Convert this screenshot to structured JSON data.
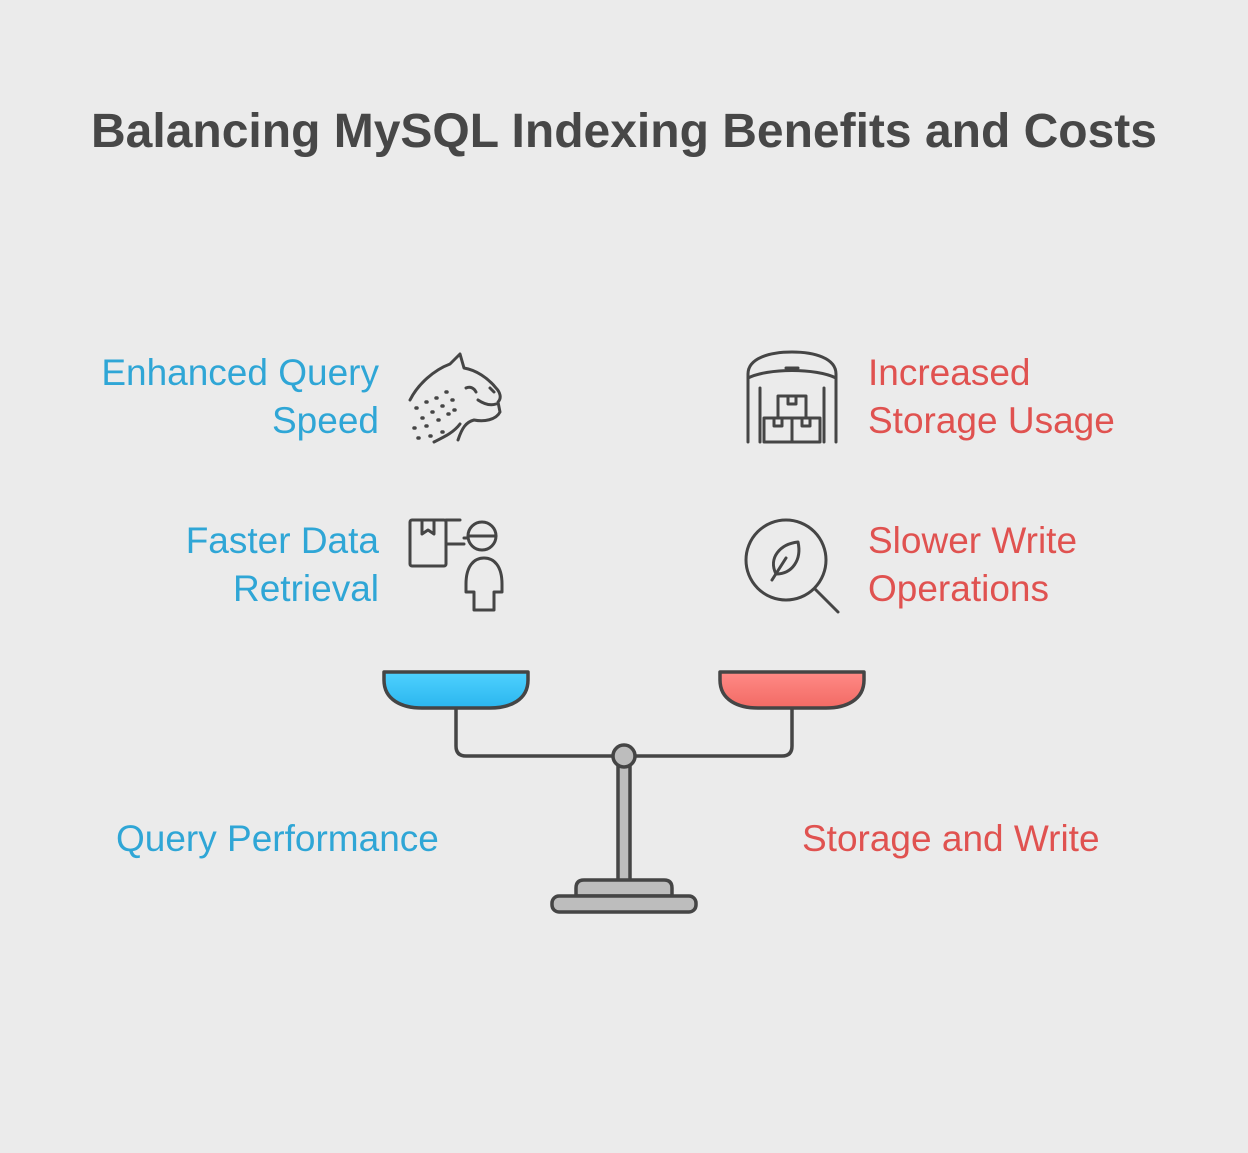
{
  "title": "Balancing MySQL Indexing Benefits and Costs",
  "colors": {
    "benefit": "#2fa6d6",
    "cost": "#e05250",
    "title": "#474747",
    "outline": "#454545",
    "background": "#ebebeb"
  },
  "benefits": {
    "items": [
      {
        "label": "Enhanced Query\nSpeed",
        "icon": "cheetah-icon"
      },
      {
        "label": "Faster Data\nRetrieval",
        "icon": "delivery-person-icon"
      }
    ],
    "pan_label": "Query Performance"
  },
  "costs": {
    "items": [
      {
        "label": "Increased\nStorage Usage",
        "icon": "warehouse-boxes-icon"
      },
      {
        "label": "Slower Write\nOperations",
        "icon": "magnifier-leaf-icon"
      }
    ],
    "pan_label": "Storage and Write"
  }
}
